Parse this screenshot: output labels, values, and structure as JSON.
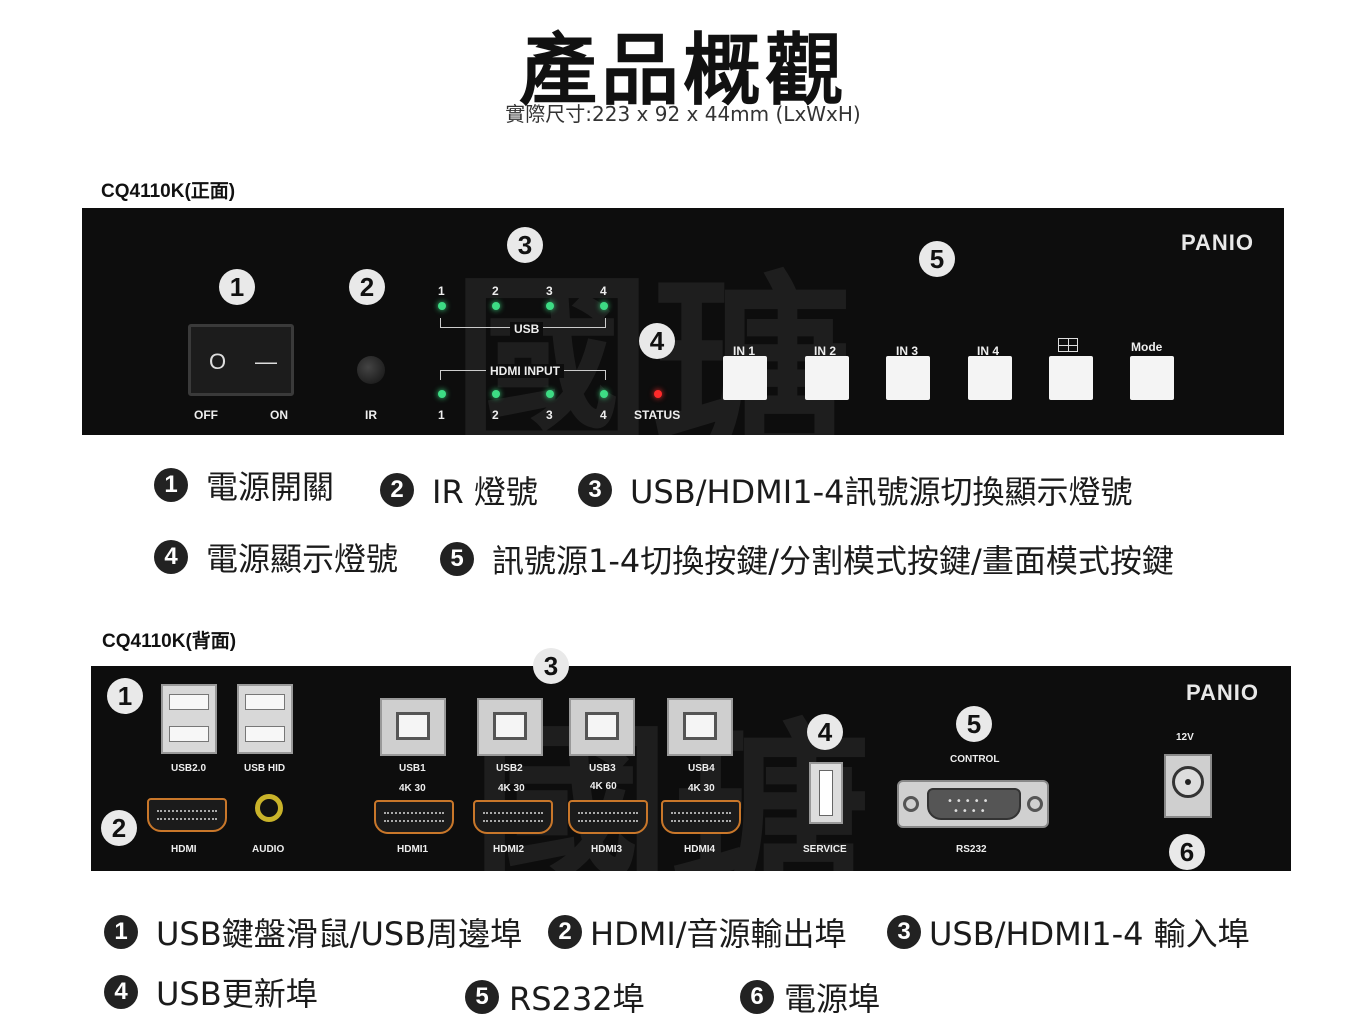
{
  "header": {
    "title": "產品概觀",
    "subtitle": "實際尺寸:223 x 92 x 44mm  (LxWxH)"
  },
  "front": {
    "model_label": "CQ4110K(正面)",
    "logo": "PANIO",
    "watermark": "國瑭",
    "badges": [
      "1",
      "2",
      "3",
      "4",
      "5"
    ],
    "switch_labels": {
      "off": "OFF",
      "on": "ON",
      "symbol_off": "O",
      "symbol_on": "—"
    },
    "ir_label": "IR",
    "usb_label": "USB",
    "hdmi_input_label": "HDMI INPUT",
    "led_numbers": [
      "1",
      "2",
      "3",
      "4"
    ],
    "status_label": "STATUS",
    "buttons": [
      "IN 1",
      "IN 2",
      "IN 3",
      "IN 4",
      "",
      "Mode"
    ],
    "split_icon": "quad-split-icon",
    "led_color": "#3ddc84",
    "status_color": "#ff2a2a"
  },
  "front_legend": {
    "row1": [
      {
        "num": "1",
        "text": "電源開關"
      },
      {
        "num": "2",
        "text": "IR 燈號"
      },
      {
        "num": "3",
        "text": "USB/HDMI1-4訊號源切換顯示燈號"
      }
    ],
    "row2": [
      {
        "num": "4",
        "text": "電源顯示燈號"
      },
      {
        "num": "5",
        "text": "訊號源1-4切換按鍵/分割模式按鍵/畫面模式按鍵"
      }
    ]
  },
  "back": {
    "model_label": "CQ4110K(背面)",
    "logo": "PANIO",
    "watermark": "國瑭",
    "badges": [
      "1",
      "2",
      "3",
      "4",
      "5",
      "6"
    ],
    "usb_a_labels": [
      "USB2.0",
      "USB HID"
    ],
    "hdmi_out_label": "HDMI",
    "audio_label": "AUDIO",
    "usb_b": [
      {
        "label": "USB1",
        "spec": "4K 30"
      },
      {
        "label": "USB2",
        "spec": "4K 30"
      },
      {
        "label": "USB3",
        "spec": "4K 60"
      },
      {
        "label": "USB4",
        "spec": "4K 30"
      }
    ],
    "hdmi_in_labels": [
      "HDMI1",
      "HDMI2",
      "HDMI3",
      "HDMI4"
    ],
    "service_label": "SERVICE",
    "control_label": "CONTROL",
    "rs232_label": "RS232",
    "power_label": "12V"
  },
  "back_legend": {
    "row1": [
      {
        "num": "1",
        "text": "USB鍵盤滑鼠/USB周邊埠"
      },
      {
        "num": "2",
        "text": "HDMI/音源輸出埠"
      },
      {
        "num": "3",
        "text": "USB/HDMI1-4 輸入埠"
      }
    ],
    "row2": [
      {
        "num": "4",
        "text": "USB更新埠"
      },
      {
        "num": "5",
        "text": "RS232埠"
      },
      {
        "num": "6",
        "text": "電源埠"
      }
    ]
  }
}
